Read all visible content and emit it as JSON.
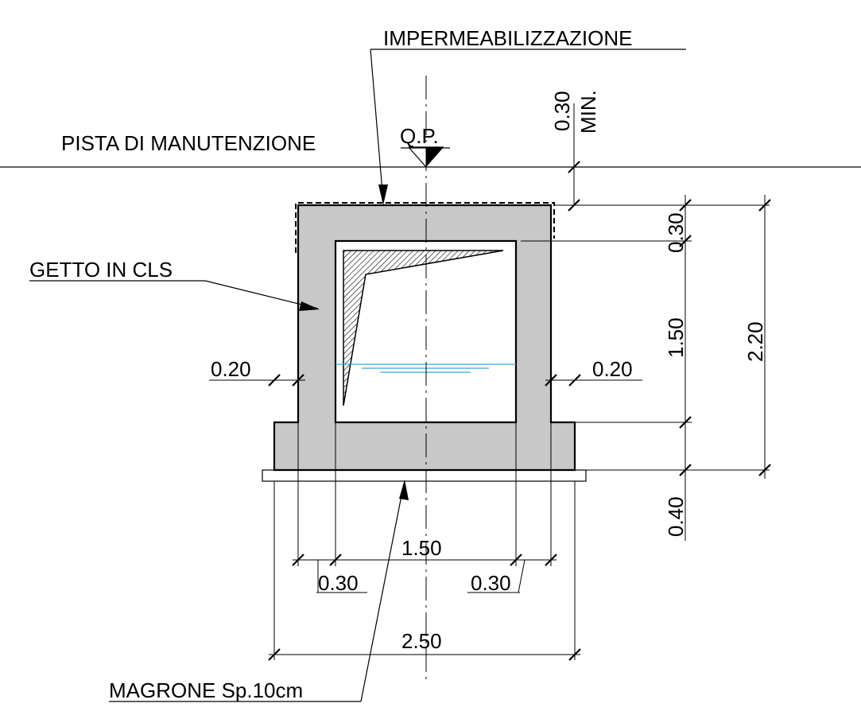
{
  "labels": {
    "waterproofing": "IMPERMEABILIZZAZIONE",
    "maintenance_track": "PISTA DI MANUTENZIONE",
    "project_level": "Q.P.",
    "concrete_cast": "GETTO IN CLS",
    "lean_concrete": "MAGRONE Sp.10cm"
  },
  "dimensions": {
    "cover_min_value": "0.30",
    "cover_min_suffix": "MIN.",
    "top_slab": "0.30",
    "inner_height": "1.50",
    "total_height": "2.20",
    "base_slab": "0.40",
    "wall_left": "0.20",
    "wall_right": "0.20",
    "inner_width": "1.50",
    "side_left": "0.30",
    "side_right": "0.30",
    "base_width": "2.50"
  },
  "colors": {
    "concrete_fill": "#c8c8c8",
    "water_line": "#33aadd"
  }
}
